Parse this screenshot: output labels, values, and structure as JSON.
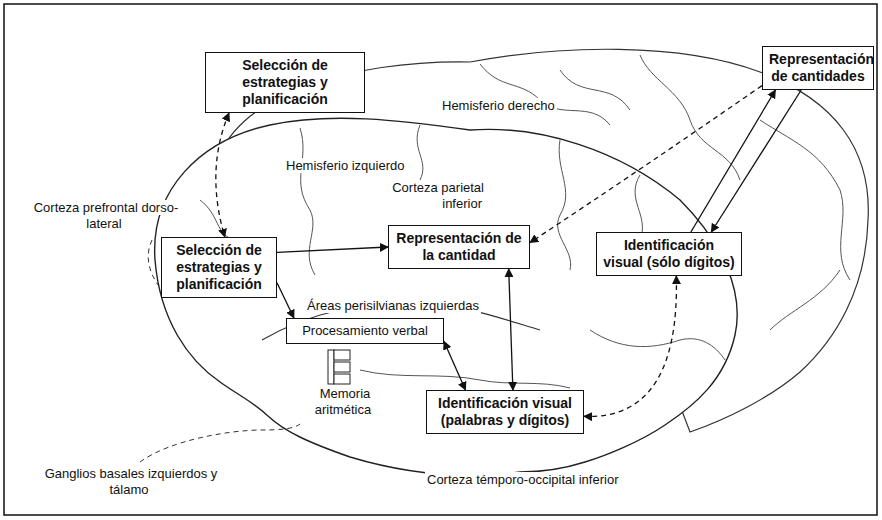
{
  "diagram": {
    "nodes": [
      {
        "text": [
          "Selección de estrategias y planificación"
        ]
      },
      {
        "text": [
          "Representación de cantidades"
        ]
      },
      {
        "text": [
          "Selección de estrategias y planificación"
        ]
      },
      {
        "text": [
          "Representación de la cantidad"
        ]
      },
      {
        "text": [
          "Identificación visual (sólo dígitos)"
        ]
      },
      {
        "text": [
          "Procesamiento verbal"
        ]
      },
      {
        "text": [
          "Identificación visual (palabras y dígitos)"
        ]
      }
    ],
    "edges": [
      {
        "from": 0,
        "to": 2,
        "arrow": "both"
      },
      {
        "from": 2,
        "to": 5,
        "arrow": "to"
      },
      {
        "from": 2,
        "to": 3,
        "arrow": "to"
      },
      {
        "from": 4,
        "to": 1,
        "arrow": "to"
      },
      {
        "from": 1,
        "to": 4,
        "arrow": "to"
      },
      {
        "from": 1,
        "to": 3,
        "arrow": "to"
      },
      {
        "from": 4,
        "to": 6,
        "arrow": "both"
      },
      {
        "from": 3,
        "to": 6,
        "arrow": "both"
      },
      {
        "from": 5,
        "to": 6,
        "arrow": "both"
      }
    ],
    "labels": [
      "Hemisferio derecho",
      "Hemisferio izquierdo",
      "Corteza parietal inferior",
      "Corteza prefrontal dorso-lateral",
      "Áreas perisilvianas izquierdas",
      "Memoria aritmética",
      "Ganglios basales izquierdos y tálamo",
      "Corteza témporo-occipital inferior"
    ]
  }
}
